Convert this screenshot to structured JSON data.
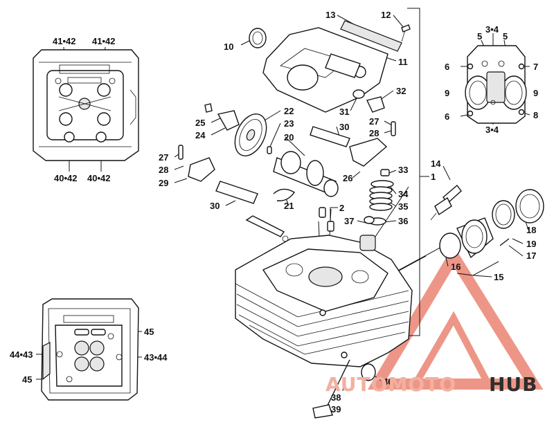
{
  "diagram": {
    "watermark": {
      "part1": "AUTOMOTO",
      "part2": "HUB",
      "accent_color": "#e34a3a",
      "dark_color": "#2d2d2d"
    },
    "labels": [
      {
        "id": "l1",
        "text": "1"
      },
      {
        "id": "l2",
        "text": "2"
      },
      {
        "id": "l10",
        "text": "10"
      },
      {
        "id": "l11",
        "text": "11"
      },
      {
        "id": "l12",
        "text": "12"
      },
      {
        "id": "l13",
        "text": "13"
      },
      {
        "id": "l14",
        "text": "14"
      },
      {
        "id": "l15",
        "text": "15"
      },
      {
        "id": "l16",
        "text": "16"
      },
      {
        "id": "l17",
        "text": "17"
      },
      {
        "id": "l18",
        "text": "18"
      },
      {
        "id": "l19",
        "text": "19"
      },
      {
        "id": "l20",
        "text": "20"
      },
      {
        "id": "l21",
        "text": "21"
      },
      {
        "id": "l22",
        "text": "22"
      },
      {
        "id": "l23",
        "text": "23"
      },
      {
        "id": "l24",
        "text": "24"
      },
      {
        "id": "l25",
        "text": "25"
      },
      {
        "id": "l26",
        "text": "26"
      },
      {
        "id": "l27a",
        "text": "27"
      },
      {
        "id": "l27b",
        "text": "27"
      },
      {
        "id": "l28a",
        "text": "28"
      },
      {
        "id": "l28b",
        "text": "28"
      },
      {
        "id": "l29",
        "text": "29"
      },
      {
        "id": "l30a",
        "text": "30"
      },
      {
        "id": "l30b",
        "text": "30"
      },
      {
        "id": "l31",
        "text": "31"
      },
      {
        "id": "l32",
        "text": "32"
      },
      {
        "id": "l33",
        "text": "33"
      },
      {
        "id": "l34",
        "text": "34"
      },
      {
        "id": "l35",
        "text": "35"
      },
      {
        "id": "l36",
        "text": "36"
      },
      {
        "id": "l37",
        "text": "37"
      },
      {
        "id": "l38",
        "text": "38"
      },
      {
        "id": "l39",
        "text": "39"
      },
      {
        "id": "l46",
        "text": "46"
      },
      {
        "id": "l3_4a",
        "text": "3•4"
      },
      {
        "id": "l3_4b",
        "text": "3•4"
      },
      {
        "id": "l5a",
        "text": "5"
      },
      {
        "id": "l5b",
        "text": "5"
      },
      {
        "id": "l6a",
        "text": "6"
      },
      {
        "id": "l6b",
        "text": "6"
      },
      {
        "id": "l7",
        "text": "7"
      },
      {
        "id": "l8",
        "text": "8"
      },
      {
        "id": "l9a",
        "text": "9"
      },
      {
        "id": "l9b",
        "text": "9"
      },
      {
        "id": "l41_42a",
        "text": "41•42"
      },
      {
        "id": "l41_42b",
        "text": "41•42"
      },
      {
        "id": "l40_42a",
        "text": "40•42"
      },
      {
        "id": "l40_42b",
        "text": "40•42"
      },
      {
        "id": "l45a",
        "text": "45"
      },
      {
        "id": "l45b",
        "text": "45"
      },
      {
        "id": "l44_43",
        "text": "44•43"
      },
      {
        "id": "l43_44",
        "text": "43•44"
      }
    ]
  }
}
